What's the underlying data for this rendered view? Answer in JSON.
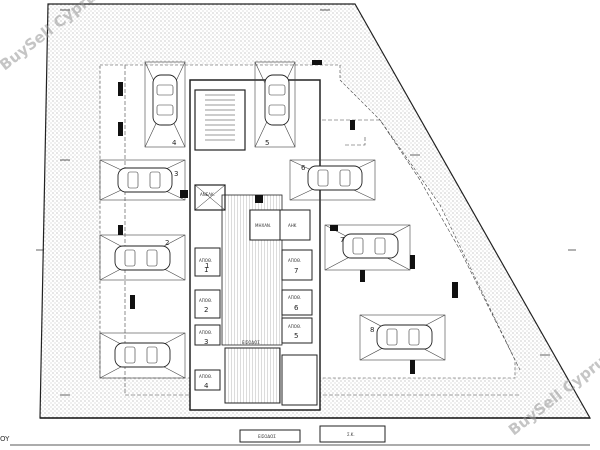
{
  "watermark": "BuySell Cyprus",
  "parking_numbers": [
    "1",
    "2",
    "3",
    "4",
    "5",
    "6",
    "7",
    "8"
  ],
  "apartments": [
    {
      "label": "ΑΠΟΘ.",
      "number": "1"
    },
    {
      "label": "ΑΠΟΘ.",
      "number": "2"
    },
    {
      "label": "ΑΠΟΘ.",
      "number": "3"
    },
    {
      "label": "ΑΠΟΘ.",
      "number": "4"
    },
    {
      "label": "ΑΠΟΘ.",
      "number": "5"
    },
    {
      "label": "ΑΠΟΘ.",
      "number": "6"
    },
    {
      "label": "ΑΠΟΘ.",
      "number": "7"
    }
  ],
  "rooms": {
    "mechanical": "ΜΗΧΑΝ.",
    "storage": "ΑΗΚ",
    "lift": "ΑΝΕΛΚ.",
    "entrance": "ΕΙΣΟΔΟΣ",
    "ramp": "Σ.Κ."
  },
  "corner_text": "OY",
  "colors": {
    "line": "#222222",
    "hatch": "#9a9a9a",
    "background": "#ffffff"
  }
}
